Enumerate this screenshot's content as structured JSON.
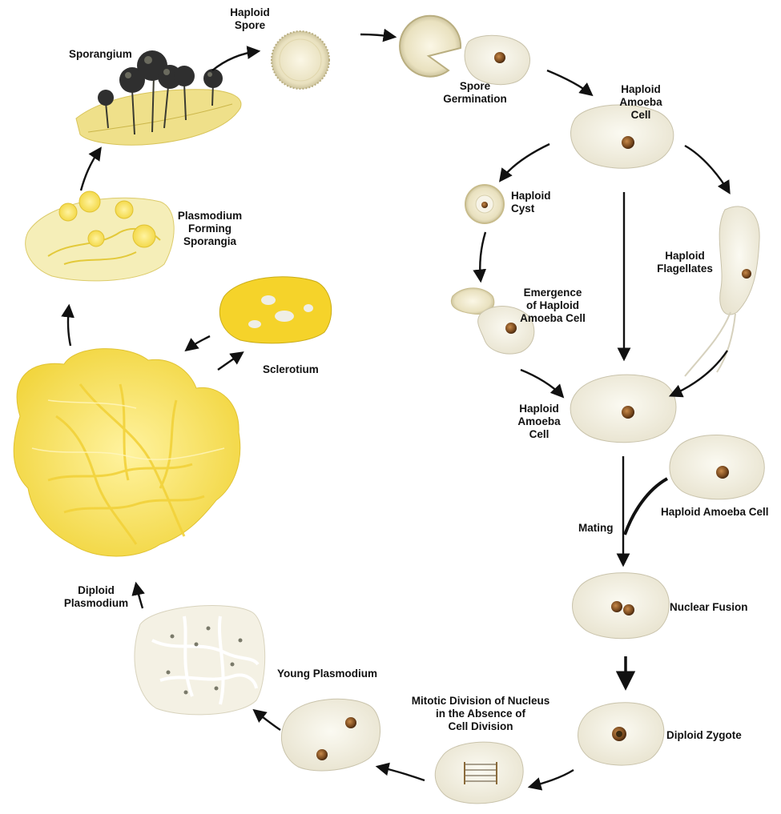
{
  "labels": {
    "haploid_spore": [
      "Haploid",
      "Spore"
    ],
    "sporangium": [
      "Sporangium"
    ],
    "spore_germination": [
      "Spore",
      "Germination"
    ],
    "haploid_amoeba_cell_top": [
      "Haploid",
      "Amoeba",
      "Cell"
    ],
    "haploid_cyst": [
      "Haploid",
      "Cyst"
    ],
    "plasmodium_forming_sporangia": [
      "Plasmodium",
      "Forming",
      "Sporangia"
    ],
    "haploid_flagellates": [
      "Haploid",
      "Flagellates"
    ],
    "emergence": [
      "Emergence",
      "of Haploid",
      "Amoeba Cell"
    ],
    "sclerotium": [
      "Sclerotium"
    ],
    "haploid_amoeba_cell_mid": [
      "Haploid",
      "Amoeba",
      "Cell"
    ],
    "haploid_amoeba_cell_right": [
      "Haploid Amoeba Cell"
    ],
    "mating": [
      "Mating"
    ],
    "diploid_plasmodium": [
      "Diploid",
      "Plasmodium"
    ],
    "nuclear_fusion": [
      "Nuclear Fusion"
    ],
    "young_plasmodium": [
      "Young Plasmodium"
    ],
    "mitotic_division": [
      "Mitotic Division of Nucleus",
      "in the Absence of",
      "Cell Division"
    ],
    "diploid_zygote": [
      "Diploid Zygote"
    ]
  },
  "colors": {
    "cell_fill": "#f1eee0",
    "cell_stroke": "#c9c3ab",
    "nucleus": "#7a4a1e",
    "plasmodium_yellow": "#f5dc48",
    "plasmodium_light": "#fbef9a",
    "sporangium_dark": "#2f2f2f",
    "arrow": "#111111"
  }
}
